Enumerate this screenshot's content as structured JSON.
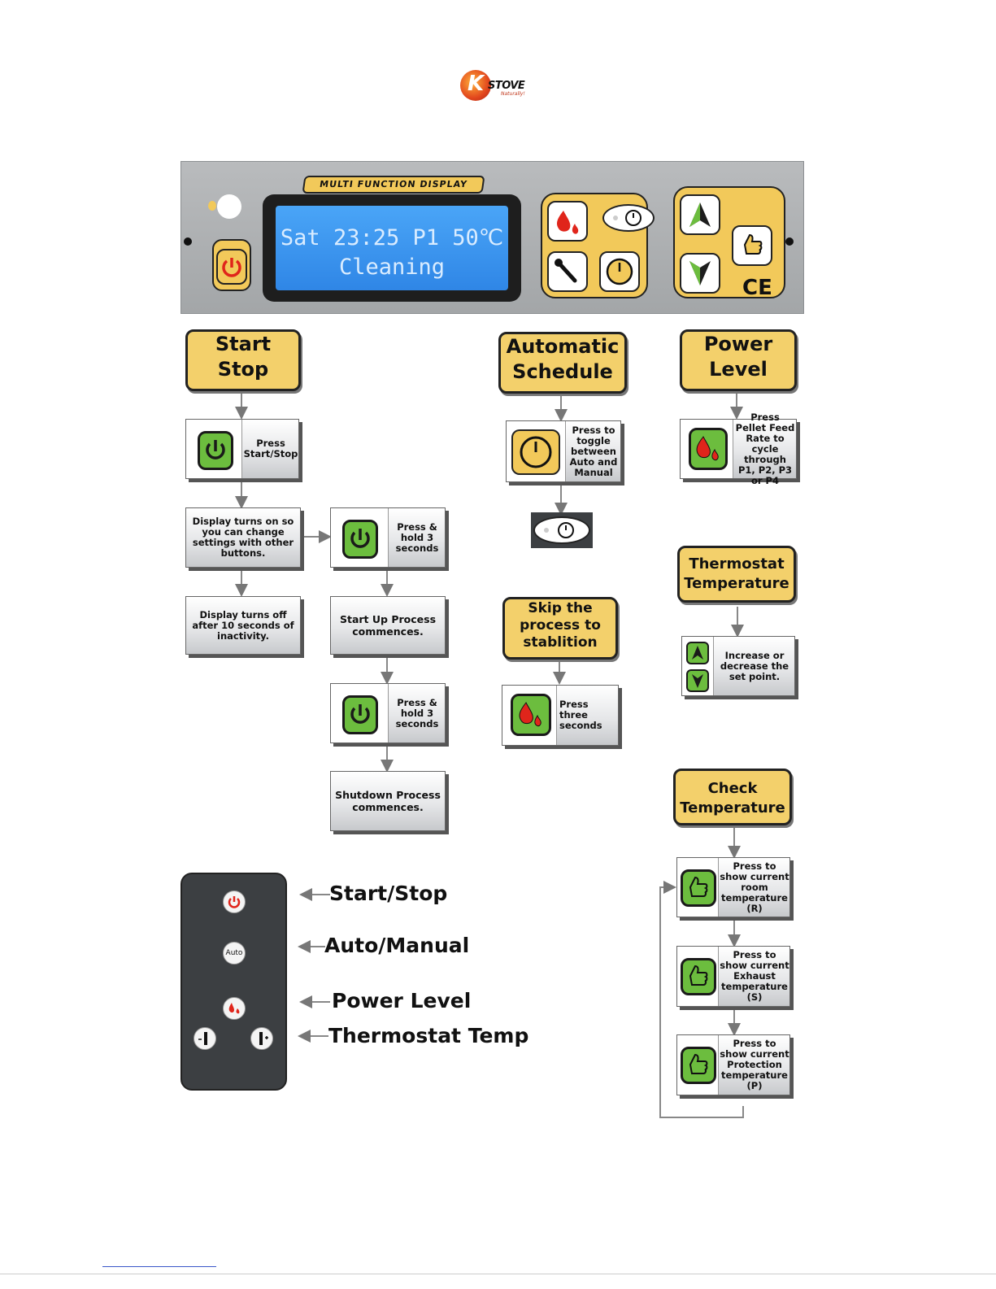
{
  "logo": {
    "letter": "K",
    "name": "STOVE",
    "tagline": "Naturally!"
  },
  "panel": {
    "title": "MULTI FUNCTION DISPLAY",
    "lcd_line1": "Sat 23:25 P1 50℃",
    "lcd_line2": "Cleaning",
    "ce_mark": "CE"
  },
  "flow": {
    "start_stop": {
      "heading_1": "Start",
      "heading_2": "Stop",
      "step1": "Press Start/Stop",
      "step2": "Display turns on so you can change settings with other buttons.",
      "step3": "Display turns off after 10 seconds of inactivity.",
      "hold1": "Press & hold 3 seconds",
      "startup": "Start Up Process commences.",
      "hold2": "Press & hold 3 seconds",
      "shutdown": "Shutdown Process commences."
    },
    "auto_schedule": {
      "heading_1": "Automatic",
      "heading_2": "Schedule",
      "step1": "Press to toggle between Auto and Manual"
    },
    "skip": {
      "heading_1": "Skip the",
      "heading_2": "process to",
      "heading_3": "stablition",
      "step1": "Press three seconds"
    },
    "power_level": {
      "heading_1": "Power",
      "heading_2": "Level",
      "step1": "Press Pellet Feed Rate to cycle through P1, P2, P3 or P4"
    },
    "thermostat": {
      "heading_1": "Thermostat",
      "heading_2": "Temperature",
      "step1": "Increase or decrease the set point."
    },
    "check_temp": {
      "heading_1": "Check",
      "heading_2": "Temperature",
      "step1": "Press to show current room temperature (R)",
      "step2": "Press to show current Exhaust temperature (S)",
      "step3": "Press to show current Protection temperature (P)"
    }
  },
  "remote": {
    "auto_btn": "Auto",
    "labels": [
      "Start/Stop",
      "Auto/Manual",
      "Power Level",
      "Thermostat Temp"
    ]
  },
  "colors": {
    "yellow": "#f3d06b",
    "green": "#6cbd3e",
    "lcd": "#3a93ee",
    "panel": "#adb0b2"
  }
}
